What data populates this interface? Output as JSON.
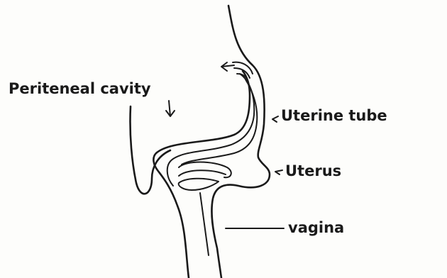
{
  "labels": {
    "peritoneal_cavity": "Periteneal cavity",
    "uterine_tube": "Uterine tube",
    "uterus": "Uterus",
    "vagina": "vagina"
  },
  "colors": {
    "ink": "#1a1a1a",
    "paper": "#fdfdfb"
  }
}
